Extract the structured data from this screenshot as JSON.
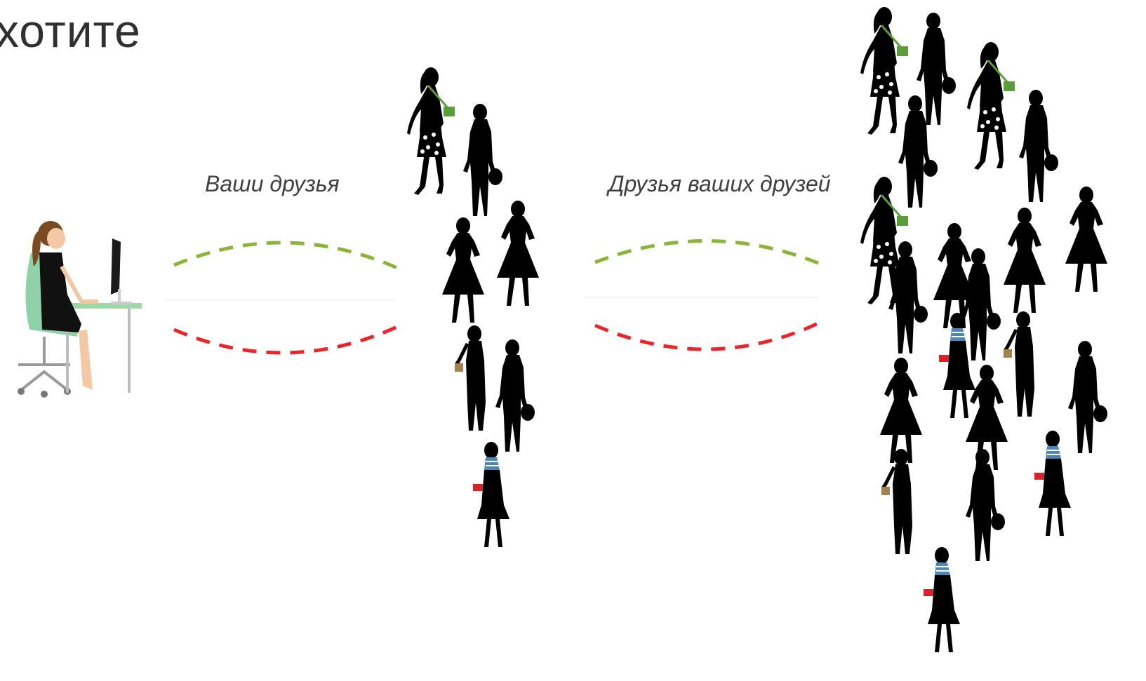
{
  "title": "хотите",
  "labels": {
    "friends": "Ваши друзья",
    "friends_of_friends": "Друзья ваших друзей"
  },
  "colors": {
    "green_arc": "#8db33c",
    "red_arc": "#e8262b",
    "silhouette": "#000000",
    "chair": "#8fd1a8",
    "desk": "#9fd8a8",
    "skin": "#f3c9a5",
    "hair": "#7a4a22",
    "bag_green": "#5a9e3a",
    "bag_red": "#d9232a",
    "stripe_blue": "#4f86b8",
    "bag_tan": "#a5804a"
  },
  "icons": {
    "user": "woman-at-computer-icon",
    "friend": "woman-silhouette-icon"
  }
}
